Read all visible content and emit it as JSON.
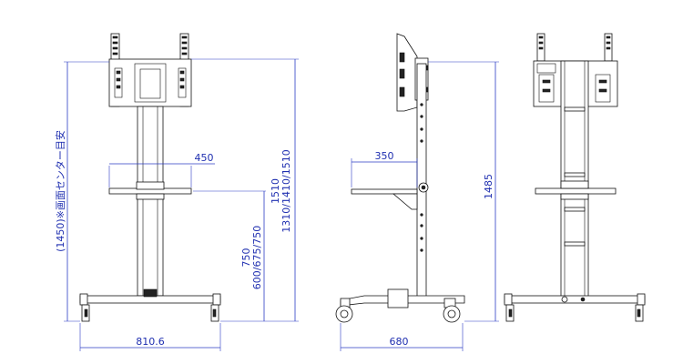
{
  "colors": {
    "dimension": "#1f2fb0",
    "line": "#111111"
  },
  "dimensions": {
    "front_width": "810.6",
    "front_shelf_width": "450",
    "screen_center": "(1450)※画面センター目安",
    "shelf_height_1": "750",
    "shelf_height_2": "600/675/750",
    "total_height_1": "1510",
    "total_height_2": "1310/1410/1510",
    "side_depth": "680",
    "side_shelf_depth": "350",
    "side_height": "1485"
  }
}
